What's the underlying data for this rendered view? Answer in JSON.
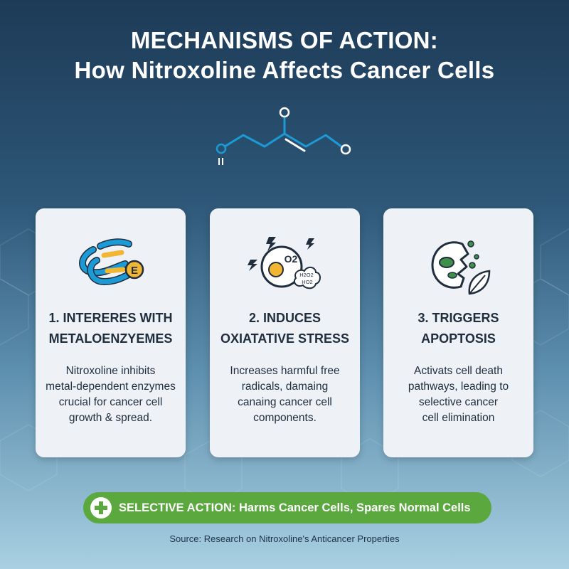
{
  "header": {
    "title_line1": "MECHANISMS OF ACTION:",
    "title_line2": "How Nitroxoline Affects Cancer Cells"
  },
  "molecule": {
    "icon": "chemical-structure-icon",
    "atom_labels": [
      "O",
      "O",
      "O"
    ],
    "color": "#1b9ad6"
  },
  "cards": [
    {
      "icon": "metalloenzyme-icon",
      "icon_label": "E",
      "title_lines": [
        "1. INTERERES WITH",
        "METALOENZYEMES"
      ],
      "text_lines": [
        "Nitroxoline inhibits",
        "metal-dependent enzymes",
        "crucial for cancer cell",
        "growth & spread."
      ]
    },
    {
      "icon": "oxidative-stress-icon",
      "icon_label": "O2",
      "icon_cloud_labels": [
        "H2O2",
        "HO2"
      ],
      "title_lines": [
        "2. INDUCES",
        "OXIATATIVE STRESS"
      ],
      "text_lines": [
        "Increases harmful free",
        "radicals, damaing",
        "canaing cancer cell",
        "components."
      ]
    },
    {
      "icon": "apoptosis-icon",
      "title_lines": [
        "3. TRIGGERS",
        "APOPTOSIS"
      ],
      "text_lines": [
        "Activats cell death",
        "pathways, leading to",
        "selective cancer",
        "cell elimination"
      ]
    }
  ],
  "banner": {
    "icon": "plus-icon",
    "text": "SELECTIVE ACTION: Harms Cancer Cells, Spares Normal Cells",
    "color": "#5aa83e"
  },
  "footer": {
    "source": "Source: Research on Nitroxoline's Anticancer Properties"
  },
  "colors": {
    "background_top": "#1d3b57",
    "background_bottom": "#a9d0e2",
    "card": "#eef2f6",
    "accent_blue": "#1b9ad6",
    "accent_yellow": "#f2b632",
    "accent_green": "#3d8f4a"
  }
}
